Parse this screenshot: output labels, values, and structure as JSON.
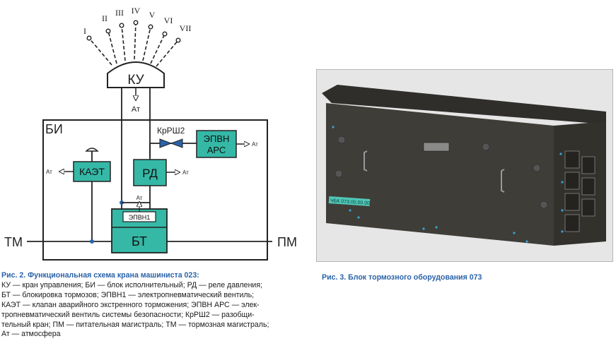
{
  "diagram": {
    "positions": [
      "I",
      "II",
      "III",
      "IV",
      "V",
      "VI",
      "VII"
    ],
    "ku": "КУ",
    "bi": "БИ",
    "rd": "РД",
    "kaet": "КАЭТ",
    "epvn_ars": [
      "ЭПВН",
      "АРС"
    ],
    "epvn1": "ЭПВН1",
    "bt": "БТ",
    "krsh2": "КрРШ2",
    "at": "Ат",
    "tm": "ТМ",
    "pm": "ПМ"
  },
  "figure2": {
    "title": "Рис. 2. Функциональная схема крана машиниста 023:",
    "body": "КУ — кран управления; БИ — блок исполнительный; РД — реле давления;\nБТ — блокировка тормозов; ЭПВН1 — электропневматический вентиль;\nКАЭТ — клапан аварийного экстренного торможения; ЭПВН АРС — элек-\nтропневматический вентиль системы безопасности; КрРШ2 — разобщи-\nтельный кран; ПМ — питательная магистраль; ТМ — тормозная магистраль;\nАт — атмосфера"
  },
  "figure3": {
    "title": "Рис. 3. Блок тормозного оборудования 073",
    "plate_label": "ЧБК 073.00.00.00"
  },
  "colors": {
    "teal_block": "#35b8a6",
    "caption_blue": "#2a63a8",
    "unit_body": "#3f3d37"
  }
}
